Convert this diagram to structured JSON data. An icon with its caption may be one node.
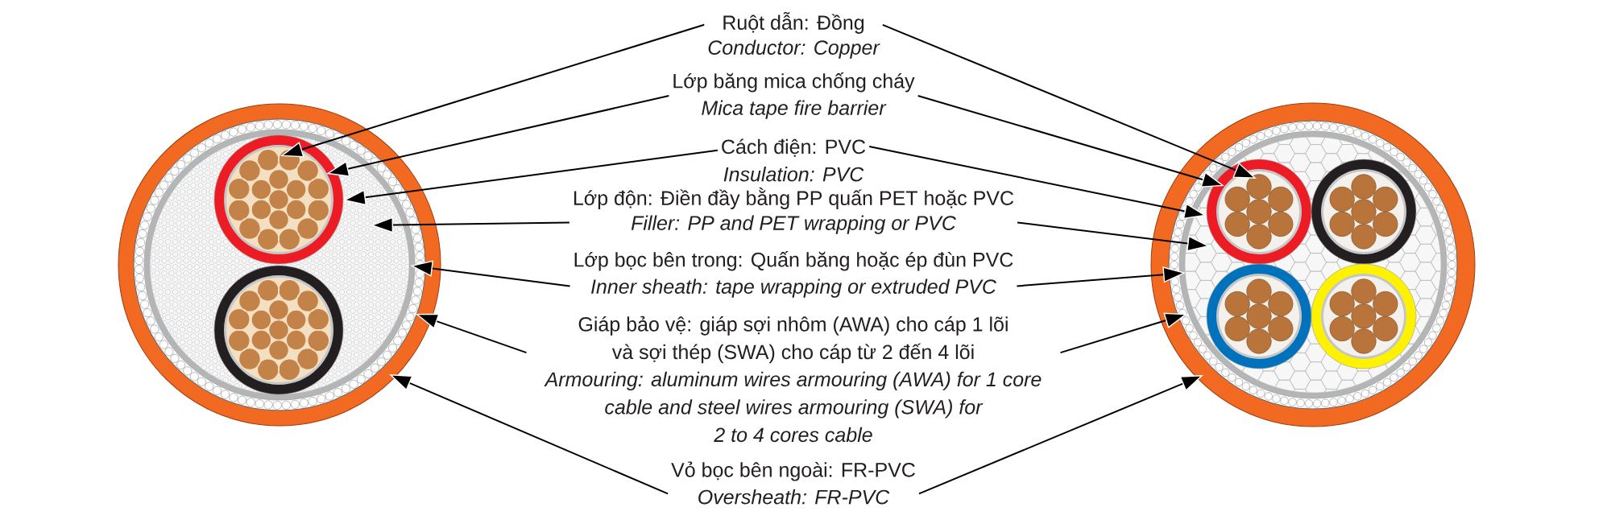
{
  "diagram": {
    "nodes": [
      {
        "text": [
          "Ruột dẫn: Đồng",
          "Conductor: Copper"
        ]
      },
      {
        "text": [
          "Lớp băng mica chống cháy",
          "Mica tape fire barrier"
        ]
      },
      {
        "text": [
          "Cách điện: PVC",
          "Insulation: PVC"
        ]
      },
      {
        "text": [
          "Lớp độn: Điền đầy bằng PP quấn PET hoặc PVC",
          "Filler: PP and PET wrapping or PVC"
        ]
      },
      {
        "text": [
          "Lớp bọc bên trong: Quấn băng hoặc ép đùn PVC",
          "Inner sheath: tape wrapping or extruded PVC"
        ]
      },
      {
        "text": [
          "Giáp bảo vệ: giáp sợi nhôm (AWA) cho cáp 1 lõi và sợi thép (SWA) cho cáp từ 2 đến 4 lõi",
          "Armouring: aluminum wires armouring (AWA) for 1 core cable and steel wires armouring (SWA) for 2 to 4 cores cable"
        ]
      },
      {
        "text": [
          "Vỏ bọc bên ngoài: FR-PVC",
          "Oversheath: FR-PVC"
        ]
      }
    ],
    "edges": [
      {
        "from": 0,
        "to": null,
        "arrow": "to"
      },
      {
        "from": 0,
        "to": null,
        "arrow": "to"
      },
      {
        "from": 1,
        "to": null,
        "arrow": "to"
      },
      {
        "from": 1,
        "to": null,
        "arrow": "to"
      },
      {
        "from": 2,
        "to": null,
        "arrow": "to"
      },
      {
        "from": 2,
        "to": null,
        "arrow": "to"
      },
      {
        "from": 3,
        "to": null,
        "arrow": "to"
      },
      {
        "from": 3,
        "to": null,
        "arrow": "to"
      },
      {
        "from": 4,
        "to": null,
        "arrow": "to"
      },
      {
        "from": 4,
        "to": null,
        "arrow": "to"
      },
      {
        "from": 5,
        "to": null,
        "arrow": "to"
      },
      {
        "from": 5,
        "to": null,
        "arrow": "to"
      },
      {
        "from": 6,
        "to": null,
        "arrow": "to"
      },
      {
        "from": 6,
        "to": null,
        "arrow": "to"
      }
    ]
  }
}
